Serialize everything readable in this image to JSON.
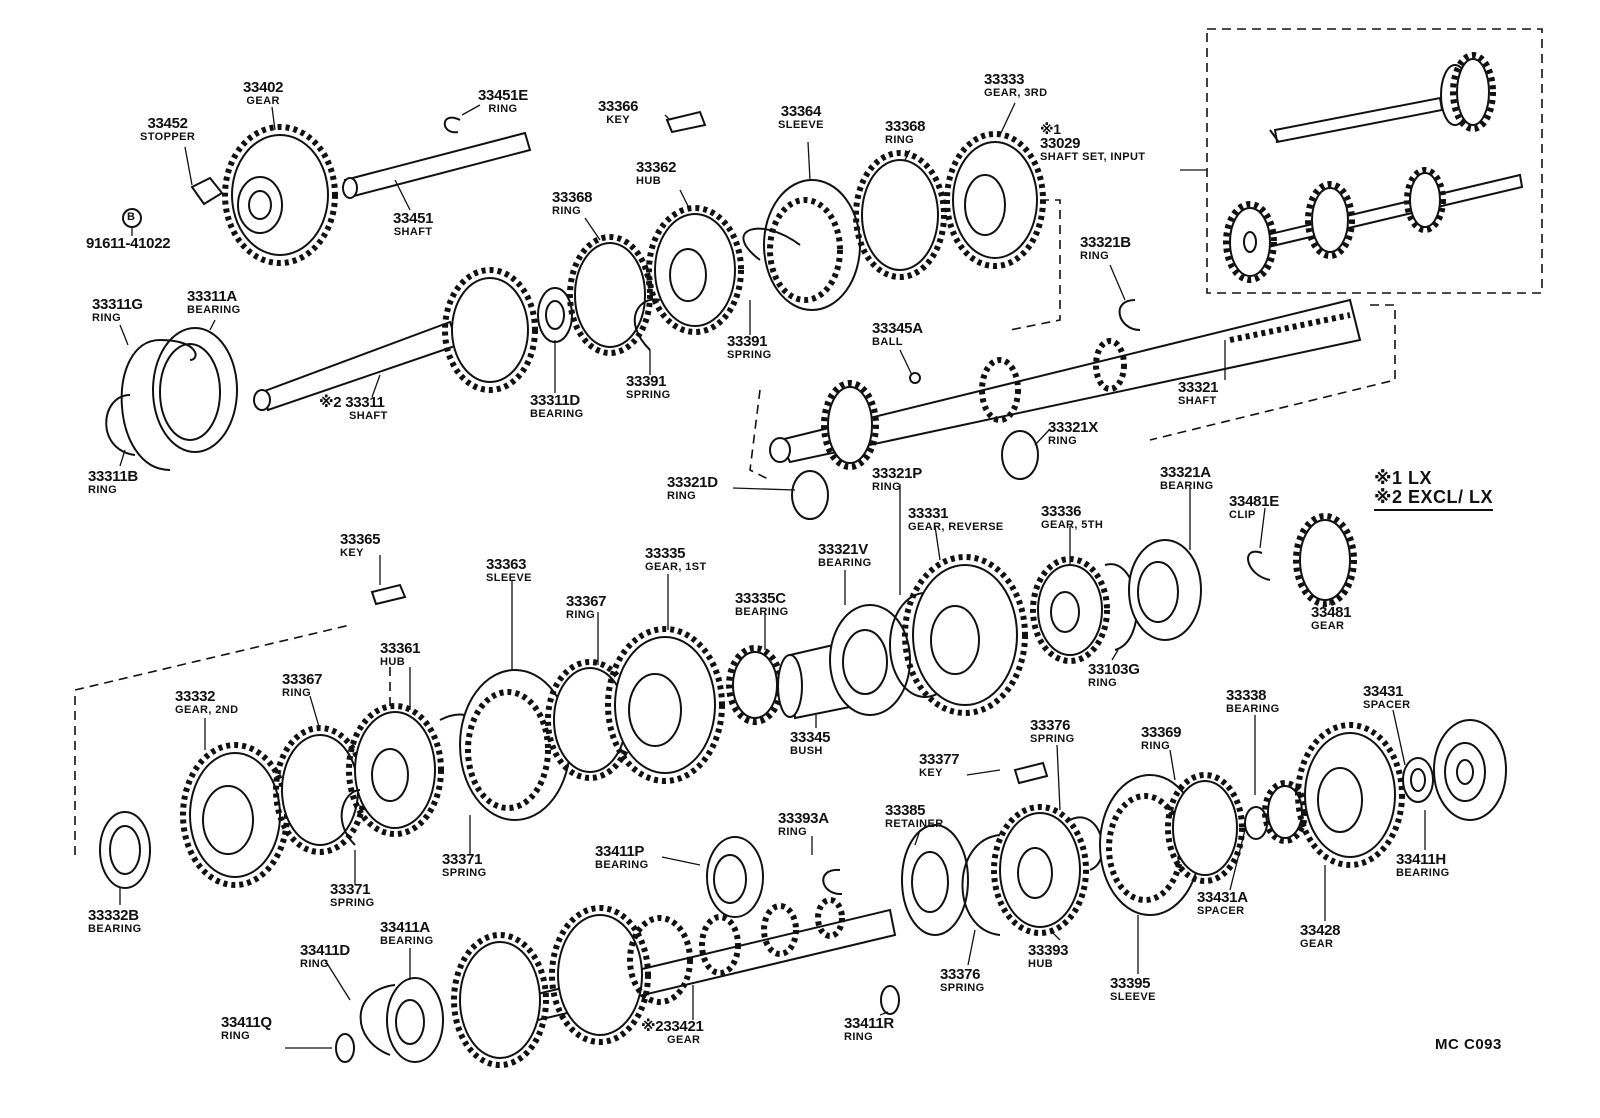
{
  "parts": [
    {
      "id": "33402",
      "desc": "GEAR"
    },
    {
      "id": "33451E",
      "desc": "RING"
    },
    {
      "id": "33452",
      "desc": "STOPPER"
    },
    {
      "id": "33451",
      "desc": "SHAFT"
    },
    {
      "id": "91611-41022",
      "desc": "",
      "marker": "B"
    },
    {
      "id": "33366",
      "desc": "KEY"
    },
    {
      "id": "33364",
      "desc": "SLEEVE"
    },
    {
      "id": "33333",
      "desc": "GEAR, 3RD"
    },
    {
      "id": "33029",
      "desc": "SHAFT SET, INPUT",
      "note": "※1"
    },
    {
      "id": "33362",
      "desc": "HUB"
    },
    {
      "id": "33368",
      "desc": "RING",
      "instance": "upper"
    },
    {
      "id": "33368",
      "desc": "RING",
      "instance": "left"
    },
    {
      "id": "33311G",
      "desc": "RING"
    },
    {
      "id": "33311A",
      "desc": "BEARING"
    },
    {
      "id": "33391",
      "desc": "SPRING",
      "instance": "a"
    },
    {
      "id": "33391",
      "desc": "SPRING",
      "instance": "b"
    },
    {
      "id": "33321B",
      "desc": "RING"
    },
    {
      "id": "33345A",
      "desc": "BALL"
    },
    {
      "id": "33311",
      "desc": "SHAFT",
      "note": "※2"
    },
    {
      "id": "33311D",
      "desc": "BEARING"
    },
    {
      "id": "33321",
      "desc": "SHAFT"
    },
    {
      "id": "33311B",
      "desc": "RING"
    },
    {
      "id": "33321X",
      "desc": "RING"
    },
    {
      "id": "33321D",
      "desc": "RING"
    },
    {
      "id": "33321P",
      "desc": "RING"
    },
    {
      "id": "33321A",
      "desc": "BEARING"
    },
    {
      "id": "33481E",
      "desc": "CLIP"
    },
    {
      "id": "33365",
      "desc": "KEY"
    },
    {
      "id": "33331",
      "desc": "GEAR, REVERSE"
    },
    {
      "id": "33336",
      "desc": "GEAR, 5TH"
    },
    {
      "id": "33363",
      "desc": "SLEEVE"
    },
    {
      "id": "33335",
      "desc": "GEAR, 1ST"
    },
    {
      "id": "33321V",
      "desc": "BEARING"
    },
    {
      "id": "33481",
      "desc": "GEAR"
    },
    {
      "id": "33367",
      "desc": "RING",
      "instance": "upper"
    },
    {
      "id": "33335C",
      "desc": "BEARING"
    },
    {
      "id": "33103G",
      "desc": "RING"
    },
    {
      "id": "33361",
      "desc": "HUB"
    },
    {
      "id": "33367",
      "desc": "RING",
      "instance": "lower"
    },
    {
      "id": "33332",
      "desc": "GEAR, 2ND"
    },
    {
      "id": "33338",
      "desc": "BEARING"
    },
    {
      "id": "33431",
      "desc": "SPACER"
    },
    {
      "id": "33376",
      "desc": "SPRING",
      "instance": "upper"
    },
    {
      "id": "33345",
      "desc": "BUSH"
    },
    {
      "id": "33369",
      "desc": "RING"
    },
    {
      "id": "33377",
      "desc": "KEY"
    },
    {
      "id": "33393A",
      "desc": "RING"
    },
    {
      "id": "33385",
      "desc": "RETAINER"
    },
    {
      "id": "33411P",
      "desc": "BEARING"
    },
    {
      "id": "33371",
      "desc": "SPRING",
      "instance": "a"
    },
    {
      "id": "33371",
      "desc": "SPRING",
      "instance": "b"
    },
    {
      "id": "33411H",
      "desc": "BEARING"
    },
    {
      "id": "33431A",
      "desc": "SPACER"
    },
    {
      "id": "33332B",
      "desc": "BEARING"
    },
    {
      "id": "33428",
      "desc": "GEAR"
    },
    {
      "id": "33411A",
      "desc": "BEARING"
    },
    {
      "id": "33411D",
      "desc": "RING"
    },
    {
      "id": "33393",
      "desc": "HUB"
    },
    {
      "id": "33376",
      "desc": "SPRING",
      "instance": "lower"
    },
    {
      "id": "33395",
      "desc": "SLEEVE"
    },
    {
      "id": "33411Q",
      "desc": "RING"
    },
    {
      "id": "33421",
      "desc": "GEAR",
      "note": "※2"
    },
    {
      "id": "33411R",
      "desc": "RING"
    }
  ],
  "legend": {
    "line1": "※1 LX",
    "line2": "※2 EXCL/ LX"
  },
  "figure_code": "MC  C093"
}
